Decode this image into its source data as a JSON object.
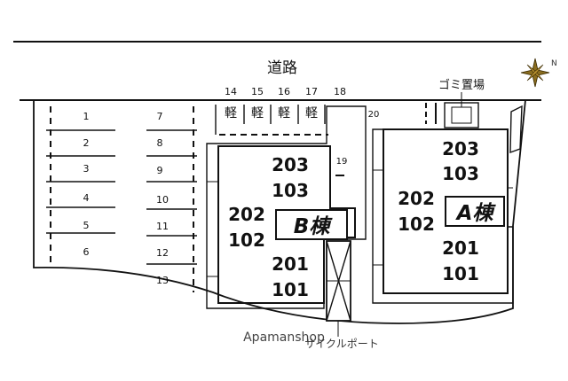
{
  "road_label": "道路",
  "garbage_label": "ゴミ置場",
  "cycle_port_label": "サイクルポート",
  "watermark": "Apamanshop",
  "compass_icon": "compass-star-icon",
  "left_spaces": [
    "1",
    "2",
    "3",
    "4",
    "5",
    "6"
  ],
  "mid_spaces": [
    "7",
    "8",
    "9",
    "10",
    "11",
    "12",
    "13"
  ],
  "top_spaces": [
    "14",
    "15",
    "16",
    "17",
    "18"
  ],
  "kei_labels": [
    "軽",
    "軽",
    "軽",
    "軽"
  ],
  "space_19": "19",
  "space_20": "20",
  "building_b": {
    "name": "B棟",
    "units_right": [
      "203",
      "103",
      "201",
      "101"
    ],
    "units_left": [
      "202",
      "102"
    ]
  },
  "building_a": {
    "name": "A棟",
    "units_left": [
      "202",
      "102"
    ],
    "units_right": [
      "203",
      "103",
      "201",
      "101"
    ]
  }
}
